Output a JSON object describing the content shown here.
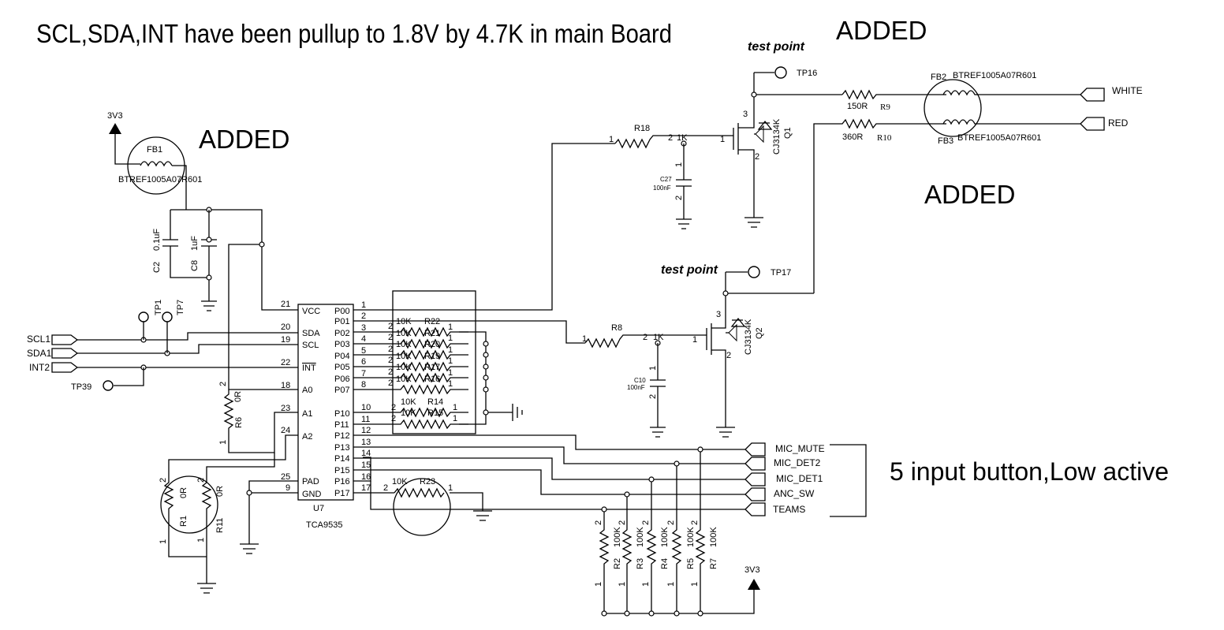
{
  "title": "SCL,SDA,INT have been pullup to 1.8V by 4.7K in main Board",
  "added_labels": [
    "ADDED",
    "ADDED",
    "ADDED"
  ],
  "test_point_labels": [
    "test point",
    "test point"
  ],
  "note_buttons": "5 input button,Low active",
  "power": {
    "label": "3V3"
  },
  "ic": {
    "ref": "U7",
    "part": "TCA9535",
    "left_pins": [
      {
        "num": "21",
        "name": "VCC"
      },
      {
        "num": "20",
        "name": "SDA"
      },
      {
        "num": "19",
        "name": "SCL"
      },
      {
        "num": "22",
        "name": "INT"
      },
      {
        "num": "18",
        "name": "A0"
      },
      {
        "num": "23",
        "name": "A1"
      },
      {
        "num": "24",
        "name": "A2"
      },
      {
        "num": "25",
        "name": "PAD"
      },
      {
        "num": "9",
        "name": "GND"
      }
    ],
    "right_pins": [
      {
        "num": "1",
        "name": "P00"
      },
      {
        "num": "2",
        "name": "P01"
      },
      {
        "num": "3",
        "name": "P02"
      },
      {
        "num": "4",
        "name": "P03"
      },
      {
        "num": "5",
        "name": "P04"
      },
      {
        "num": "6",
        "name": "P05"
      },
      {
        "num": "7",
        "name": "P06"
      },
      {
        "num": "8",
        "name": "P07"
      },
      {
        "num": "10",
        "name": "P10"
      },
      {
        "num": "11",
        "name": "P11"
      },
      {
        "num": "12",
        "name": "P12"
      },
      {
        "num": "13",
        "name": "P13"
      },
      {
        "num": "14",
        "name": "P14"
      },
      {
        "num": "15",
        "name": "P15"
      },
      {
        "num": "16",
        "name": "P16"
      },
      {
        "num": "17",
        "name": "P17"
      }
    ]
  },
  "connectors_left": [
    "SCL1",
    "SDA1",
    "INT2"
  ],
  "connectors_right": [
    "WHITE",
    "RED"
  ],
  "connectors_buttons": [
    "MIC_MUTE",
    "MIC_DET2",
    "MIC_DET1",
    "ANC_SW",
    "TEAMS"
  ],
  "test_points": [
    "TP1",
    "TP7",
    "TP39",
    "TP16",
    "TP17"
  ],
  "ferrite": {
    "fb1": "FB1",
    "fb1_part": "BTREF1005A07R601",
    "fb2": "FB2",
    "fb2_part": "BTREF1005A07R601",
    "fb3": "FB3",
    "fb3_part": "BTREF1005A07R601"
  },
  "caps": {
    "c2": "C2",
    "c2_val": "0.1uF",
    "c8": "C8",
    "c8_val": "1uF",
    "c27": "C27",
    "c27_val": "100nF",
    "c10": "C10",
    "c10_val": "100nF"
  },
  "resistors": {
    "r18": "R18",
    "r18_val": "1K",
    "r8": "R8",
    "r8_val": "1K",
    "r9": "R9",
    "r9_val": "150R",
    "r10": "R10",
    "r10_val": "360R",
    "r6": "R6",
    "r6_val": "0R",
    "r1": "R1",
    "r1_val": "0R",
    "r11": "R11",
    "r11_val": "0R",
    "r23": "R23",
    "r23_val": "10K",
    "pullups": [
      "R2",
      "R3",
      "R4",
      "R5",
      "R7"
    ],
    "pullup_val": "100K",
    "array": [
      {
        "ref": "R22",
        "val": "10K"
      },
      {
        "ref": "R21",
        "val": "10K"
      },
      {
        "ref": "R20",
        "val": "10K"
      },
      {
        "ref": "R19",
        "val": "10K"
      },
      {
        "ref": "R17",
        "val": "10K"
      },
      {
        "ref": "R16",
        "val": "10K"
      },
      {
        "ref": "R14",
        "val": "10K"
      },
      {
        "ref": "R15",
        "val": "10K"
      }
    ]
  },
  "mosfets": {
    "q1": "Q1",
    "q1_part": "CJ3134K",
    "q2": "Q2",
    "q2_part": "CJ3134K"
  },
  "pin_numbers": {
    "one": "1",
    "two": "2",
    "three": "3"
  }
}
